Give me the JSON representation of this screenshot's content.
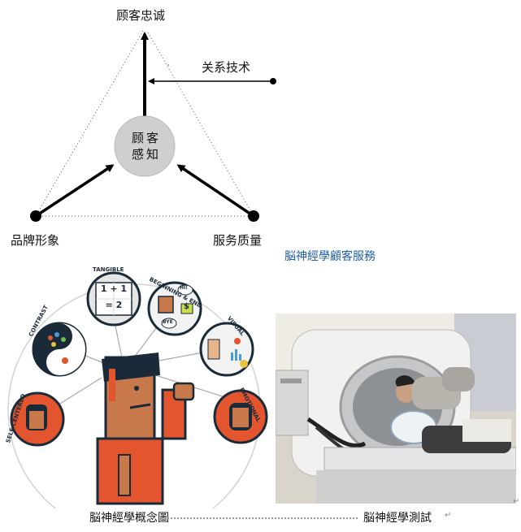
{
  "triangle_diagram": {
    "top_label": "顾客忠诚",
    "right_label": "关系技术",
    "center_line1": "顾客",
    "center_line2": "感知",
    "left_label": "品牌形象",
    "right_bottom_label": "服务质量",
    "caption": "脳神經學顧客服務"
  },
  "concept_illustration": {
    "labels": {
      "tangible": "TANGIBLE",
      "beginning_end": "BEGINNING & END",
      "contrast": "CONTRAST",
      "visual": "VISUAL",
      "self_centered": "SELF-CENTERED",
      "emotional": "EMOTIONAL"
    },
    "equation_line1": "1 + 1",
    "equation_line2": "= 2",
    "bubble_hi": "HI!",
    "bubble_bye": "BYE",
    "dollar_sign": "$",
    "caption": "脳神經學概念圖"
  },
  "mri_photo": {
    "caption": "脳神經學測試"
  },
  "colors": {
    "accent_orange": "#e2552f",
    "dark": "#1b2a38",
    "blue_caption": "#1f5fa8",
    "node_grey": "#cfcfcf"
  }
}
